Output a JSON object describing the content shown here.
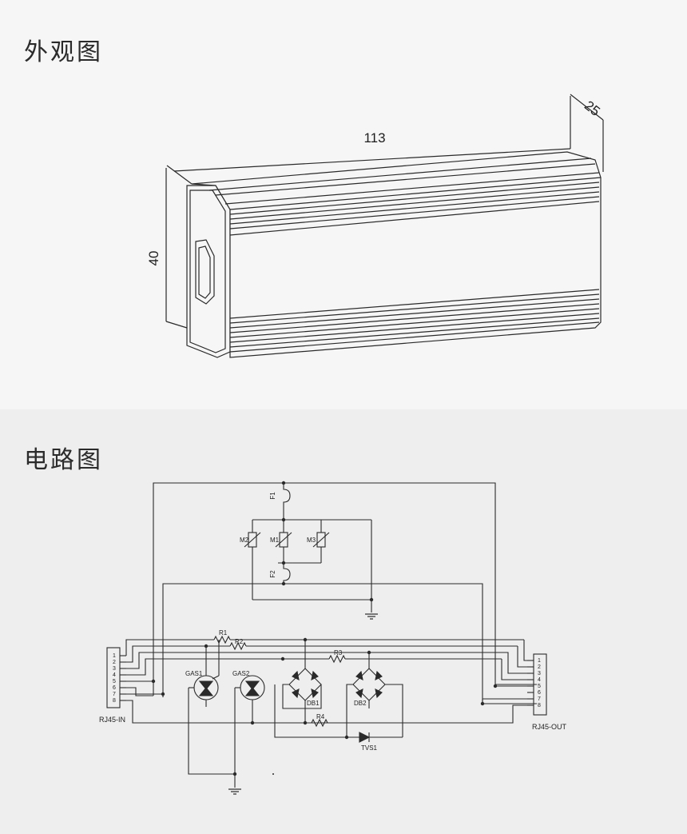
{
  "sections": {
    "appearance_title": "外观图",
    "circuit_title": "电路图"
  },
  "appearance": {
    "dim_length": "113",
    "dim_width": "25",
    "dim_height": "40"
  },
  "circuit": {
    "connector_in": "RJ45-IN",
    "connector_out": "RJ45-OUT",
    "pins": [
      "1",
      "2",
      "3",
      "4",
      "5",
      "6",
      "7",
      "8"
    ],
    "components": {
      "f1": "F1",
      "f2": "F2",
      "m1": "M1",
      "m2": "M2",
      "m3": "M3",
      "r1": "R1",
      "r2": "R2",
      "r3": "R3",
      "r4": "R4",
      "gas1": "GAS1",
      "gas2": "GAS2",
      "db1": "DB1",
      "db2": "DB2",
      "tvs1": "TVS1"
    }
  }
}
